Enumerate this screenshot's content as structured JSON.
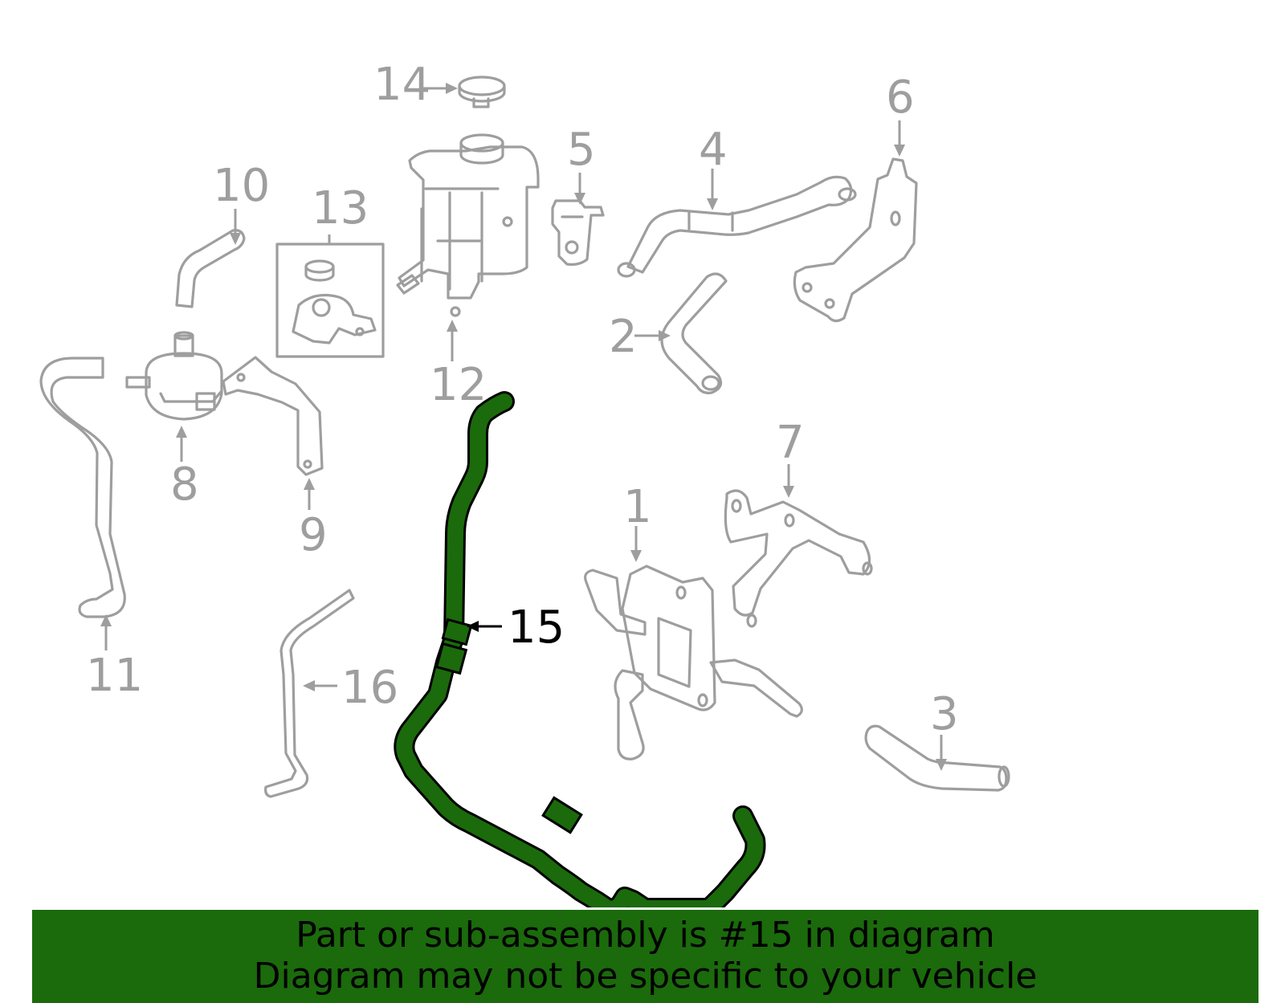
{
  "diagram": {
    "highlight_color": "#1b6a0c",
    "part_color": "#9e9e9e",
    "highlighted_part": "15",
    "labels": {
      "p1": "1",
      "p2": "2",
      "p3": "3",
      "p4": "4",
      "p5": "5",
      "p6": "6",
      "p7": "7",
      "p8": "8",
      "p9": "9",
      "p10": "10",
      "p11": "11",
      "p12": "12",
      "p13": "13",
      "p14": "14",
      "p15": "15",
      "p16": "16"
    }
  },
  "banner": {
    "line1": "Part or sub-assembly is #15 in diagram",
    "line2": "Diagram may not be specific to your vehicle",
    "background": "#1b6a0c"
  }
}
